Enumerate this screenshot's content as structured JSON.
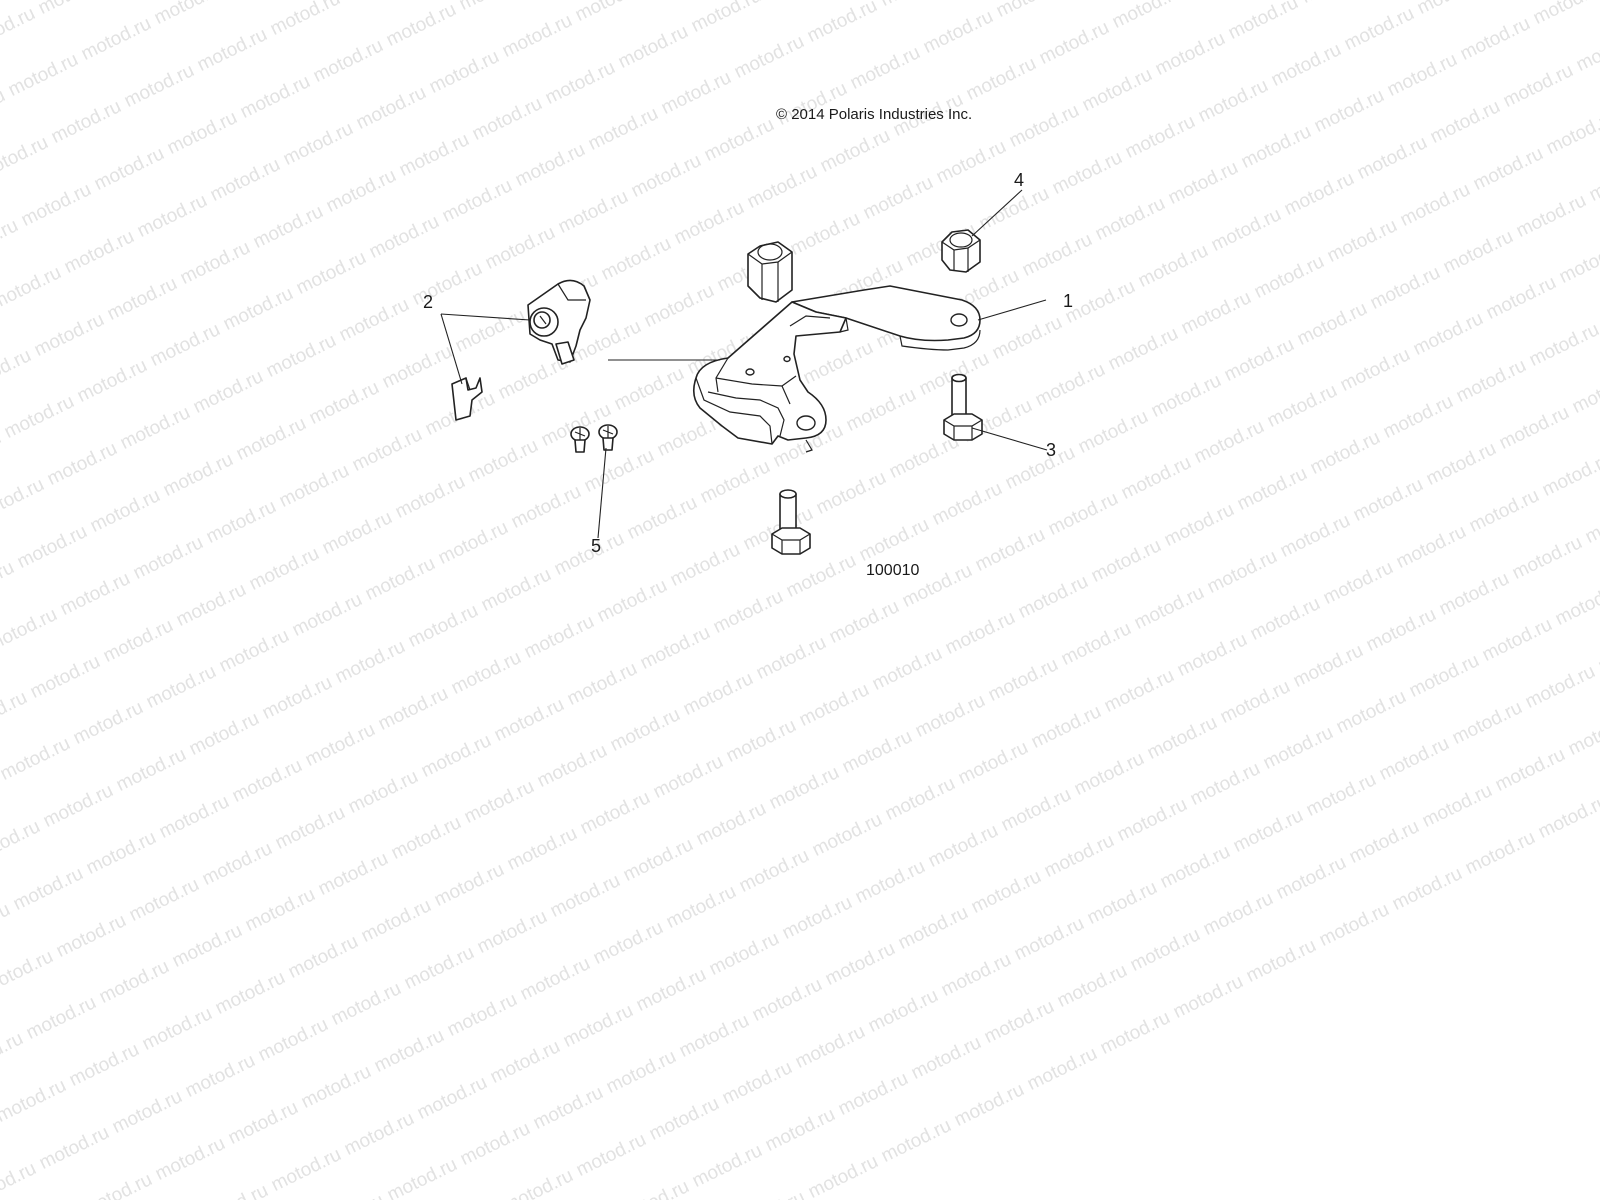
{
  "watermark": "motod.ru",
  "copyright": "© 2014 Polaris Industries Inc.",
  "figure_number": "100010",
  "callouts": {
    "c1": "1",
    "c2": "2",
    "c3": "3",
    "c4": "4",
    "c5": "5"
  },
  "colors": {
    "line": "#222222",
    "watermark": "#e2e2e2",
    "background": "#ffffff"
  }
}
